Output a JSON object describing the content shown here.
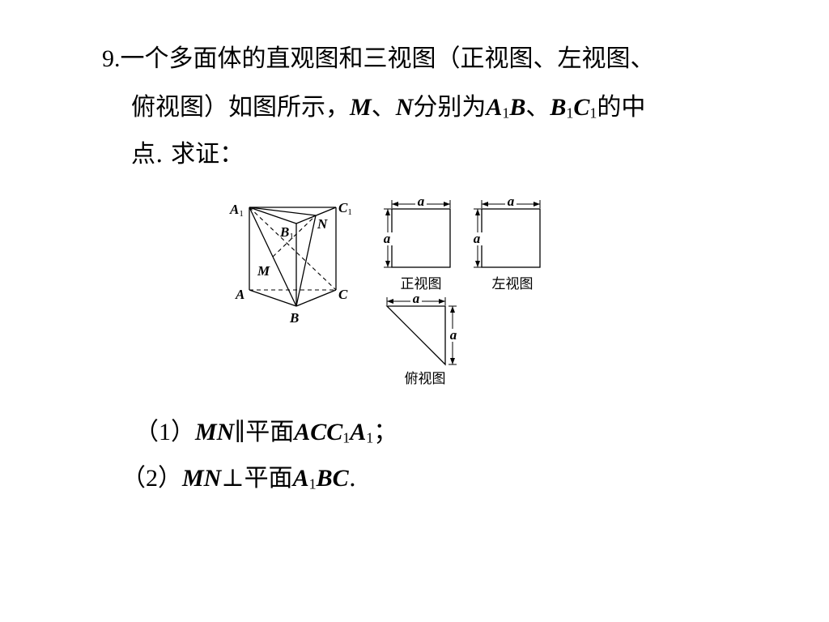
{
  "problem": {
    "number": "9.",
    "line1": "一个多面体的直观图和三视图（正视图、左视图、",
    "line2": {
      "prefix": "俯视图）如图所示，",
      "M": "M",
      "sep1": "、",
      "N": "N",
      "mid": "分别为",
      "A": "A",
      "one_a": "1",
      "B": "B",
      "sep2": "、",
      "B1": "B",
      "one_b": "1",
      "C": "C",
      "one_c": "1",
      "suffix": "的中"
    },
    "line3": "点. 求证："
  },
  "figure": {
    "solid_labels": {
      "A1": "A",
      "A1_sub": "1",
      "C1": "C",
      "C1_sub": "1",
      "B1": "B",
      "B1_sub": "1",
      "N": "N",
      "M": "M",
      "A": "A",
      "C": "C",
      "B": "B"
    },
    "dim_label": "a",
    "captions": {
      "front": "正视图",
      "left": "左视图",
      "top": "俯视图"
    }
  },
  "questions": [
    {
      "index": "（1）",
      "mn": "MN",
      "rel": "∥",
      "plane": "平面",
      "p1": "ACC",
      "p1_sub": "1",
      "p2": "A",
      "p2_sub": "1",
      "end": "；"
    },
    {
      "index": "（2）",
      "mn": "MN",
      "rel": "⊥",
      "plane": "平面",
      "p1": "A",
      "p1_sub": "1",
      "p2": "BC",
      "end": "."
    }
  ]
}
